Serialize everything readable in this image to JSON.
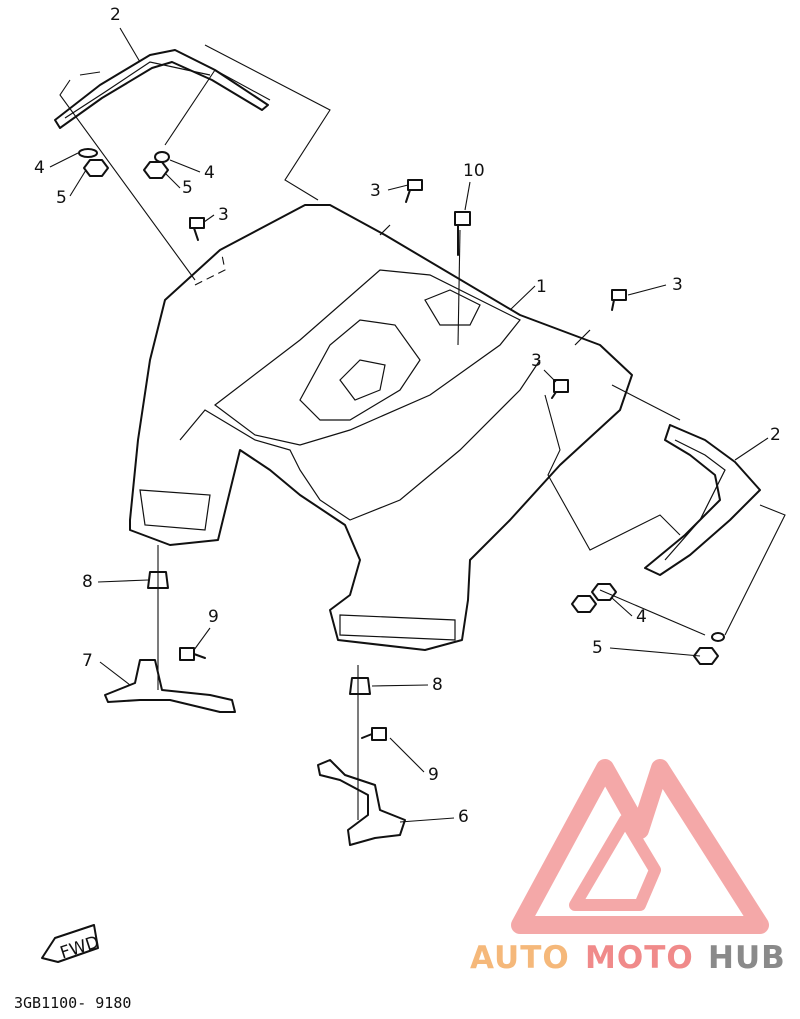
{
  "diagram": {
    "code": "3GB1100- 9180",
    "fwd_label": "FWD",
    "callouts": [
      {
        "id": "c2a",
        "text": "2"
      },
      {
        "id": "c4a",
        "text": "4"
      },
      {
        "id": "c5a",
        "text": "5"
      },
      {
        "id": "c4b",
        "text": "4"
      },
      {
        "id": "c5b",
        "text": "5"
      },
      {
        "id": "c3a",
        "text": "3"
      },
      {
        "id": "c3b",
        "text": "3"
      },
      {
        "id": "c10",
        "text": "10"
      },
      {
        "id": "c1",
        "text": "1"
      },
      {
        "id": "c3c",
        "text": "3"
      },
      {
        "id": "c3d",
        "text": "3"
      },
      {
        "id": "c2b",
        "text": "2"
      },
      {
        "id": "c8a",
        "text": "8"
      },
      {
        "id": "c9a",
        "text": "9"
      },
      {
        "id": "c7",
        "text": "7"
      },
      {
        "id": "c4c",
        "text": "4"
      },
      {
        "id": "c5c",
        "text": "5"
      },
      {
        "id": "c8b",
        "text": "8"
      },
      {
        "id": "c9b",
        "text": "9"
      },
      {
        "id": "c6",
        "text": "6"
      }
    ]
  },
  "watermark": {
    "word_auto": "AUTO",
    "word_moto": "MOTO",
    "word_hub": "HUB",
    "colors": {
      "auto": "#f5b87a",
      "moto": "#f08a8a",
      "hub": "#8a8a8a",
      "logo": "#f39a9a"
    }
  }
}
